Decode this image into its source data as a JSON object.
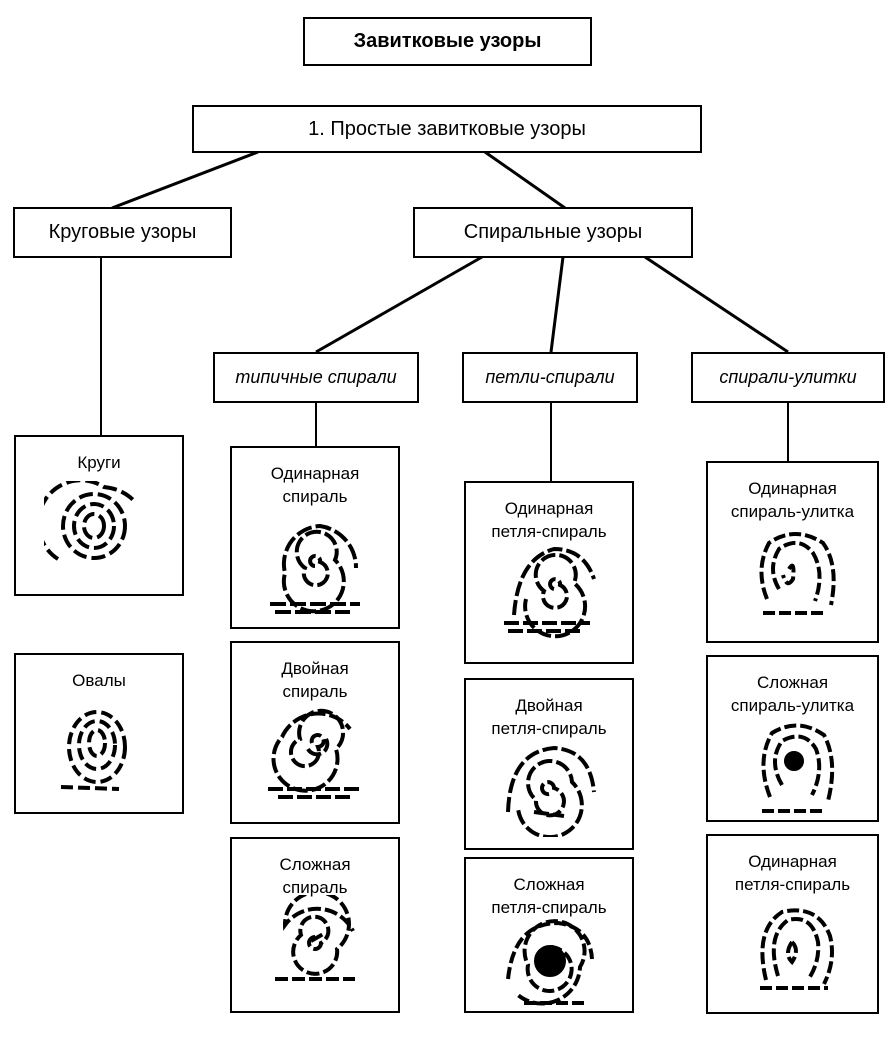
{
  "title": "Завитковые узоры",
  "level1": "1. Простые завитковые узоры",
  "groups": {
    "circular": "Круговые узоры",
    "spiral": "Спиральные узоры"
  },
  "spiral_types": {
    "typical": "типичные спирали",
    "loop": "петли-спирали",
    "snail": "спирали-улитки"
  },
  "cards": {
    "circles": "Круги",
    "ovals": "Овалы",
    "typical_single": "Одинарная\nспираль",
    "typical_double": "Двойная\nспираль",
    "typical_complex": "Сложная\nспираль",
    "loop_single": "Одинарная\nпетля-спираль",
    "loop_double": "Двойная\nпетля-спираль",
    "loop_complex": "Сложная\nпетля-спираль",
    "snail_single": "Одинарная\nспираль-улитка",
    "snail_complex": "Сложная\nспираль-улитка",
    "snail_loop": "Одинарная\nпетля-спираль"
  },
  "colors": {
    "ink": "#000000",
    "background": "#ffffff"
  }
}
